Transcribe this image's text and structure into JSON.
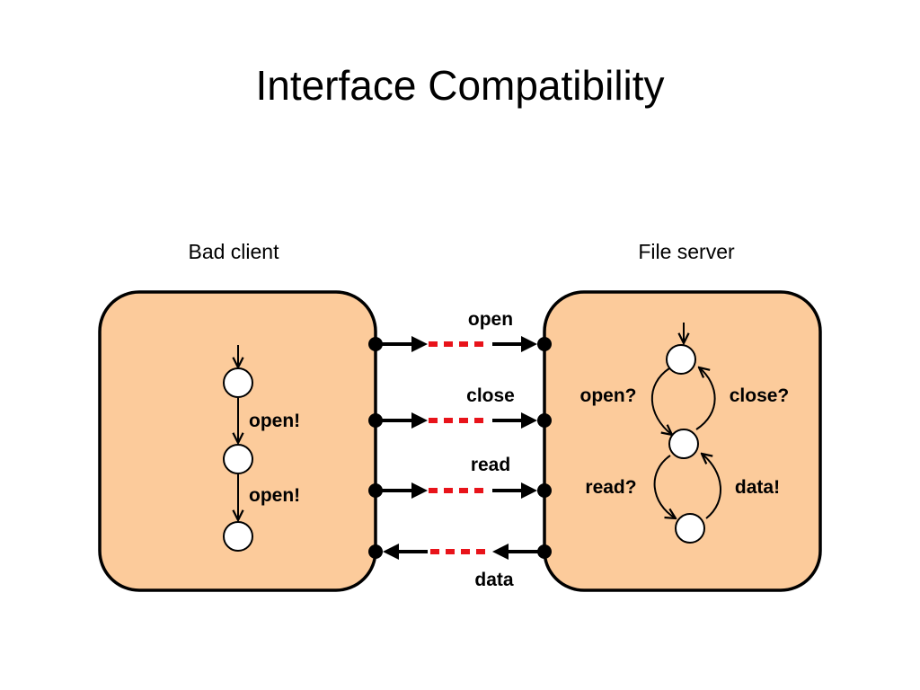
{
  "title": "Interface Compatibility",
  "client": {
    "name": "Bad client",
    "transitions": [
      "open!",
      "open!"
    ]
  },
  "server": {
    "name": "File server",
    "transitions": [
      "open?",
      "close?",
      "read?",
      "data!"
    ]
  },
  "channels": [
    {
      "label": "open",
      "direction": "client-to-server"
    },
    {
      "label": "close",
      "direction": "client-to-server"
    },
    {
      "label": "read",
      "direction": "client-to-server"
    },
    {
      "label": "data",
      "direction": "server-to-client"
    }
  ],
  "colors": {
    "box_fill": "#fccb9b",
    "outline": "#000000",
    "channel_gap": "#e8131a"
  }
}
